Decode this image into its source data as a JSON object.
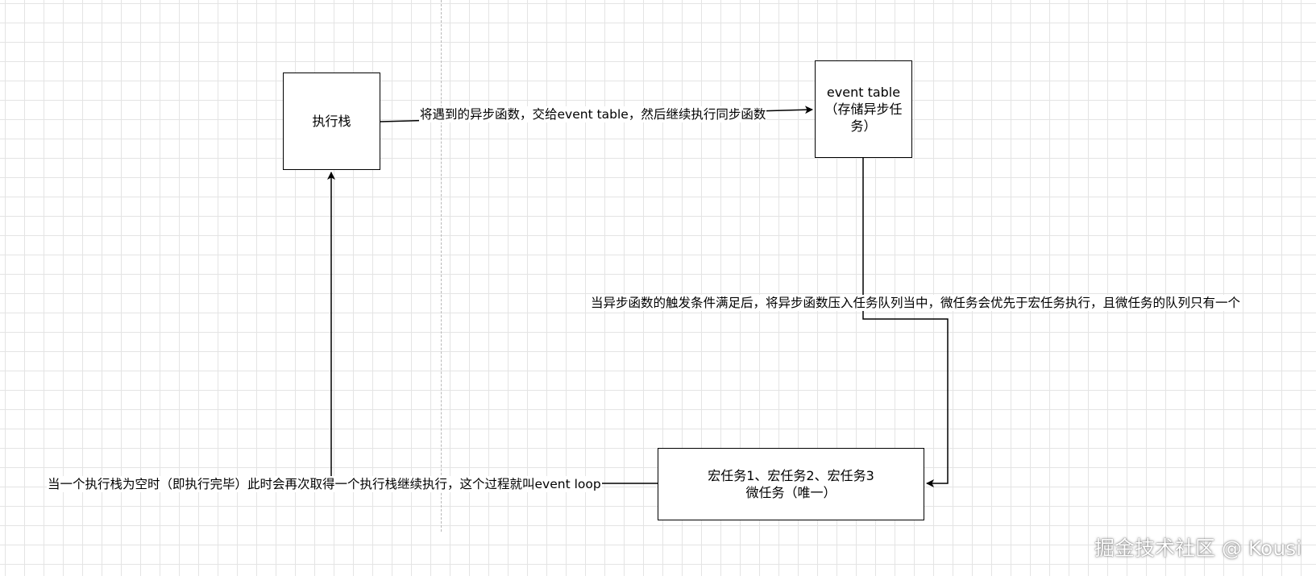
{
  "nodes": {
    "execution_stack": "执行栈",
    "event_table": [
      "event table",
      "（存储异步任",
      "务）"
    ],
    "task_queue": [
      "宏任务1、宏任务2、宏任务3",
      "微任务（唯一）"
    ]
  },
  "edges": {
    "stack_to_table": "将遇到的异步函数，交给event table，然后继续执行同步函数",
    "table_to_queue": "当异步函数的触发条件满足后，将异步函数压入任务队列当中，微任务会优先于宏任务执行，且微任务的队列只有一个",
    "queue_to_stack": "当一个执行栈为空时（即执行完毕）此时会再次取得一个执行栈继续执行，这个过程就叫event loop"
  },
  "watermark": "掘金技术社区 @ Kousi"
}
